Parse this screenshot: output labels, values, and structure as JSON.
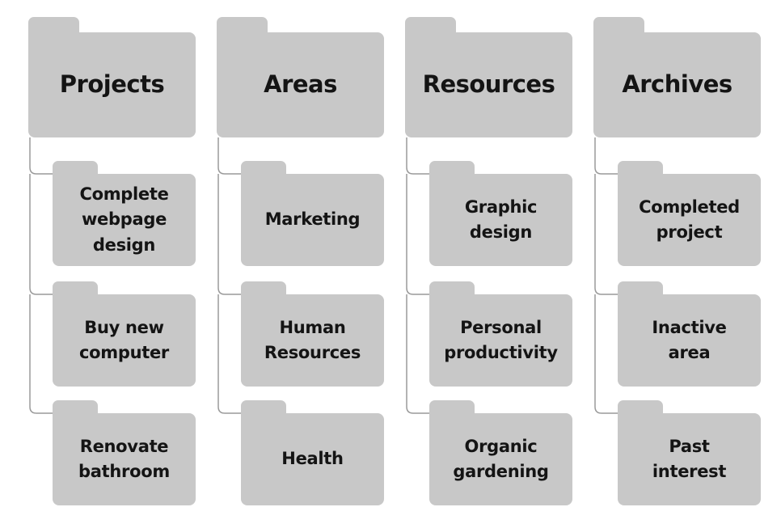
{
  "columns": [
    {
      "title": "Projects",
      "items": [
        "Complete\nwebpage\ndesign",
        "Buy new\ncomputer",
        "Renovate\nbathroom"
      ]
    },
    {
      "title": "Areas",
      "items": [
        "Marketing",
        "Human\nResources",
        "Health"
      ]
    },
    {
      "title": "Resources",
      "items": [
        "Graphic\ndesign",
        "Personal\nproductivity",
        "Organic\ngardening"
      ]
    },
    {
      "title": "Archives",
      "items": [
        "Completed\nproject",
        "Inactive\narea",
        "Past\ninterest"
      ]
    }
  ],
  "colors": {
    "folder": "#c8c8c8",
    "text": "#141414",
    "connector": "#9a9a9a"
  }
}
